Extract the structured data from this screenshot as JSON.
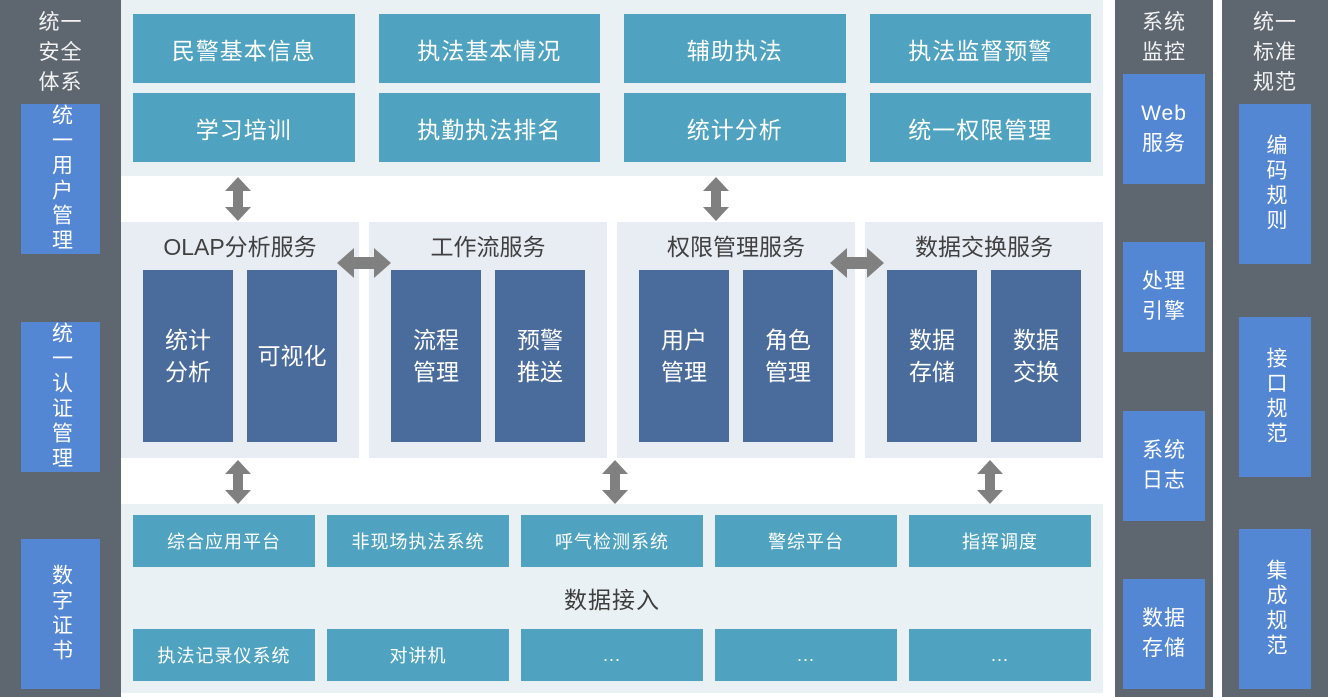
{
  "left_sidebar": {
    "title": "统一安全体系",
    "items": [
      {
        "label": "统一用户管理"
      },
      {
        "label": "统一认证管理"
      },
      {
        "label": "数字证书"
      }
    ]
  },
  "application_layer": {
    "rows": [
      [
        {
          "label": "民警基本信息"
        },
        {
          "label": "执法基本情况"
        },
        {
          "label": "辅助执法"
        },
        {
          "label": "执法监督预警"
        }
      ],
      [
        {
          "label": "学习培训"
        },
        {
          "label": "执勤执法排名"
        },
        {
          "label": "统计分析"
        },
        {
          "label": "统一权限管理"
        }
      ]
    ]
  },
  "service_layer": {
    "panels": [
      {
        "title": "OLAP分析服务",
        "boxes": [
          {
            "label": "统计分析"
          },
          {
            "label": "可视化"
          }
        ]
      },
      {
        "title": "工作流服务",
        "boxes": [
          {
            "label": "流程管理"
          },
          {
            "label": "预警推送"
          }
        ]
      },
      {
        "title": "权限管理服务",
        "boxes": [
          {
            "label": "用户管理"
          },
          {
            "label": "角色管理"
          }
        ]
      },
      {
        "title": "数据交换服务",
        "boxes": [
          {
            "label": "数据存储"
          },
          {
            "label": "数据交换"
          }
        ]
      }
    ]
  },
  "data_layer": {
    "center_label": "数据接入",
    "top_row": [
      {
        "label": "综合应用平台"
      },
      {
        "label": "非现场执法系统"
      },
      {
        "label": "呼气检测系统"
      },
      {
        "label": "警综平台"
      },
      {
        "label": "指挥调度"
      }
    ],
    "bottom_row": [
      {
        "label": "执法记录仪系统"
      },
      {
        "label": "对讲机"
      },
      {
        "label": "..."
      },
      {
        "label": "..."
      },
      {
        "label": "..."
      }
    ]
  },
  "right_sidebar_monitor": {
    "title": "系统监控",
    "items": [
      {
        "label": "Web服务"
      },
      {
        "label": "处理引擎"
      },
      {
        "label": "系统日志"
      },
      {
        "label": "数据存储"
      }
    ]
  },
  "right_sidebar_standards": {
    "title": "统一标准规范",
    "items": [
      {
        "label": "编码规则"
      },
      {
        "label": "接口规范"
      },
      {
        "label": "集成规范"
      }
    ]
  },
  "colors": {
    "sidebar_bg": "#5e6670",
    "sidebar_box": "#5387d4",
    "app_box": "#4fa3c0",
    "service_box": "#4a6c9c",
    "panel_light": "#eaf1f5",
    "panel_service": "#e8edf4",
    "arrow": "#808080"
  },
  "icons": {
    "arrow_vertical": "double-arrow-vertical-icon",
    "arrow_horizontal": "double-arrow-horizontal-icon"
  }
}
